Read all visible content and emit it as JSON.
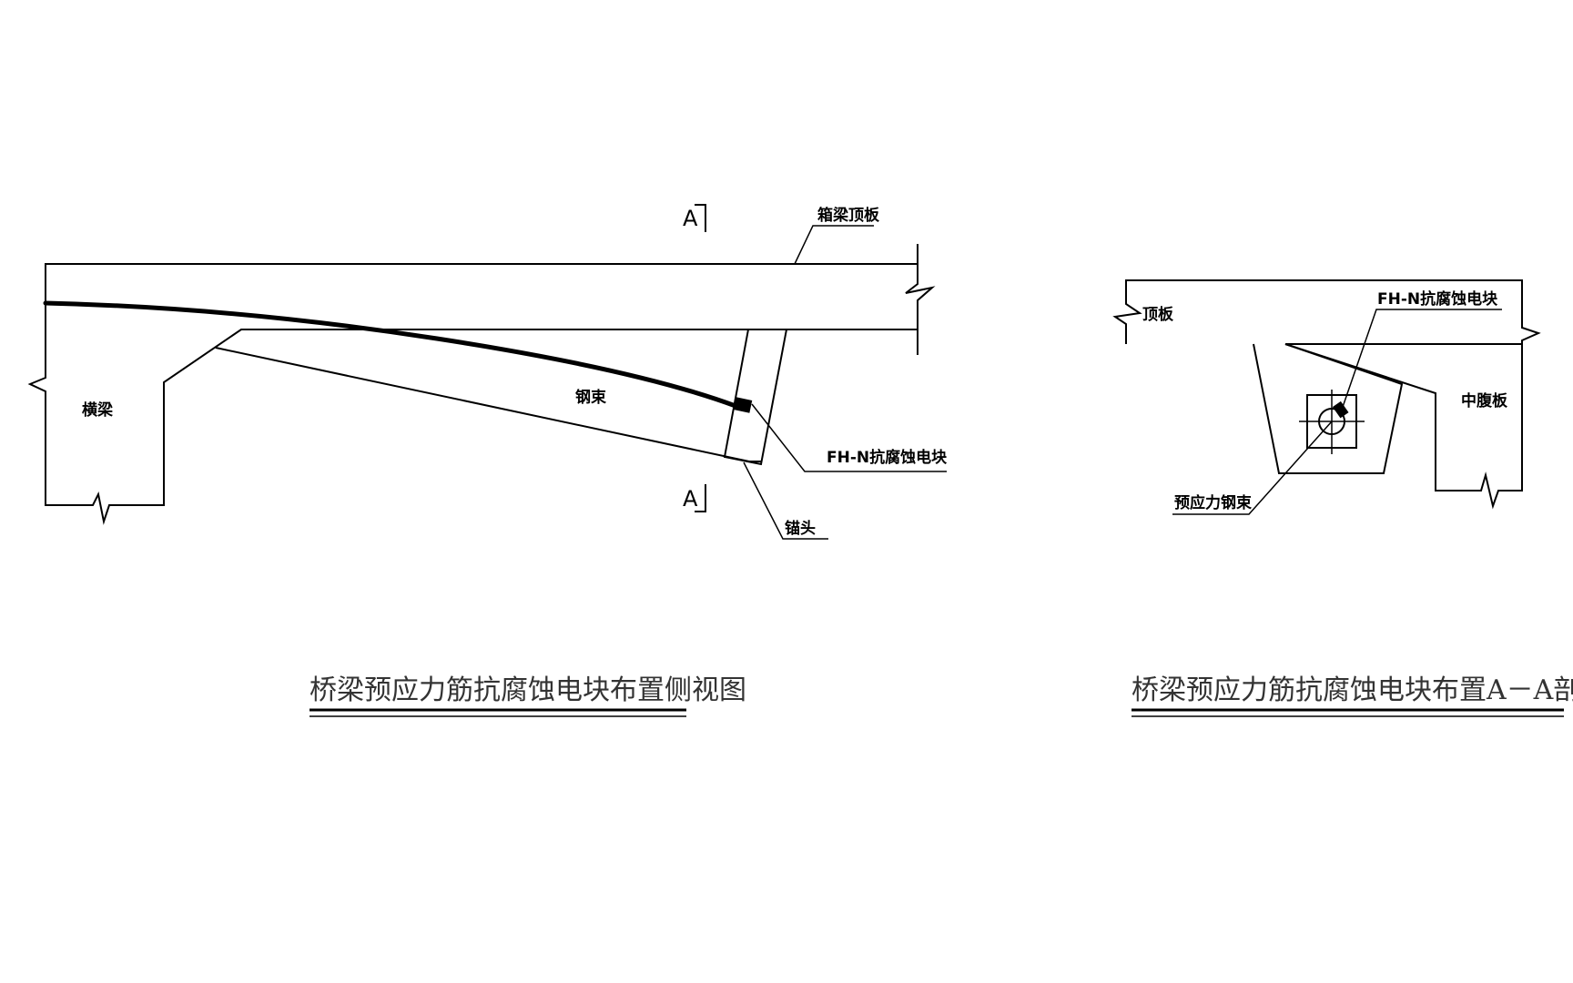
{
  "side_view": {
    "labels": {
      "top_slab": "箱梁顶板",
      "cross_beam": "横梁",
      "tendon": "钢束",
      "anticorrosion_block": "FH-N抗腐蚀电块",
      "anchor_head": "锚头"
    },
    "section_mark_top": "A",
    "section_mark_bottom": "A",
    "title": "桥梁预应力筋抗腐蚀电块布置侧视图"
  },
  "section_view": {
    "labels": {
      "top_slab": "顶板",
      "anticorrosion_block": "FH-N抗腐蚀电块",
      "middle_web": "中腹板",
      "prestress_tendon": "预应力钢束"
    },
    "title": "桥梁预应力筋抗腐蚀电块布置A－A剖面图"
  }
}
